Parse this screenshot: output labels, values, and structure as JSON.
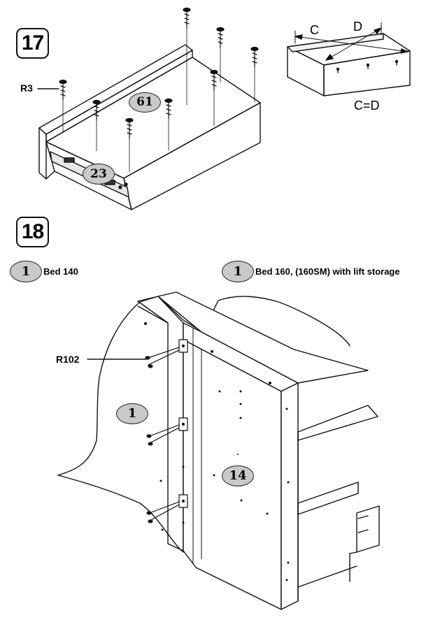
{
  "step17": {
    "number": "17",
    "part_callouts": {
      "screw": "R3"
    },
    "part_ovals": {
      "drawer_panel": "61",
      "drawer_slide": "23"
    },
    "inset": {
      "dim_c": "C",
      "dim_d": "D",
      "equation": "C=D"
    }
  },
  "step18": {
    "number": "18",
    "variants": [
      {
        "part": "1",
        "label": "Bed 140"
      },
      {
        "part": "1",
        "label": "Bed 160, (160SM)  with lift storage"
      }
    ],
    "part_callouts": {
      "screw": "R102"
    },
    "part_ovals": {
      "bed_side": "1",
      "side_panel": "14"
    }
  },
  "colors": {
    "line": "#111111",
    "oval_fill": "#c9c9c9",
    "background": "#ffffff"
  }
}
